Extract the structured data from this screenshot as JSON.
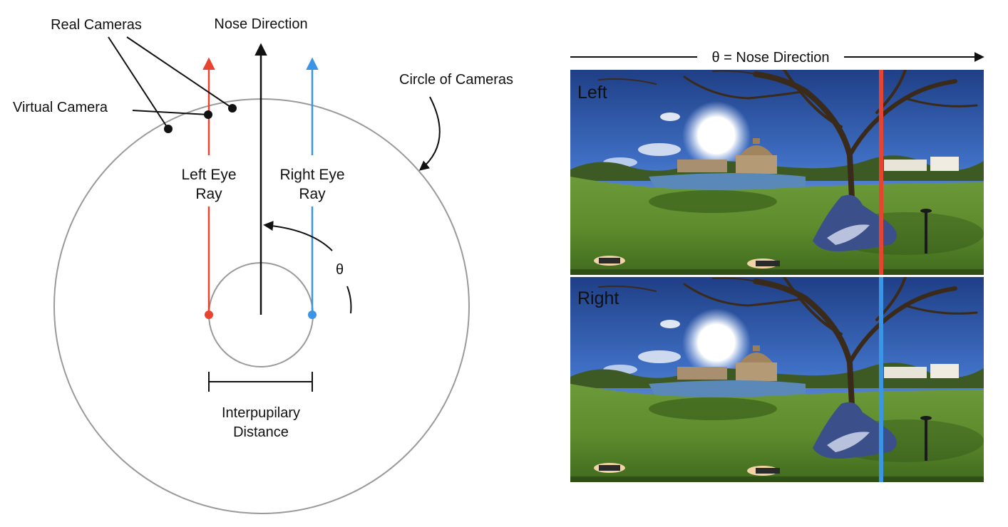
{
  "labels": {
    "real_cameras": "Real Cameras",
    "nose_direction": "Nose Direction",
    "virtual_camera": "Virtual Camera",
    "circle_of_cameras": "Circle of Cameras",
    "left_eye_ray_line1": "Left Eye",
    "left_eye_ray_line2": "Ray",
    "right_eye_ray_line1": "Right Eye",
    "right_eye_ray_line2": "Ray",
    "theta": "θ",
    "ipd_line1": "Interpupilary",
    "ipd_line2": "Distance",
    "pano_axis": "θ = Nose Direction",
    "pano_left": "Left",
    "pano_right": "Right"
  },
  "colors": {
    "left": "#e8432f",
    "right": "#3a95e6",
    "ink": "#111111",
    "circle": "#9a9a9a"
  },
  "panorama": {
    "images": [
      "left-eye-panorama",
      "right-eye-panorama"
    ],
    "content": "park with bare tree, lake, domed rotunda, people lying on grass"
  }
}
